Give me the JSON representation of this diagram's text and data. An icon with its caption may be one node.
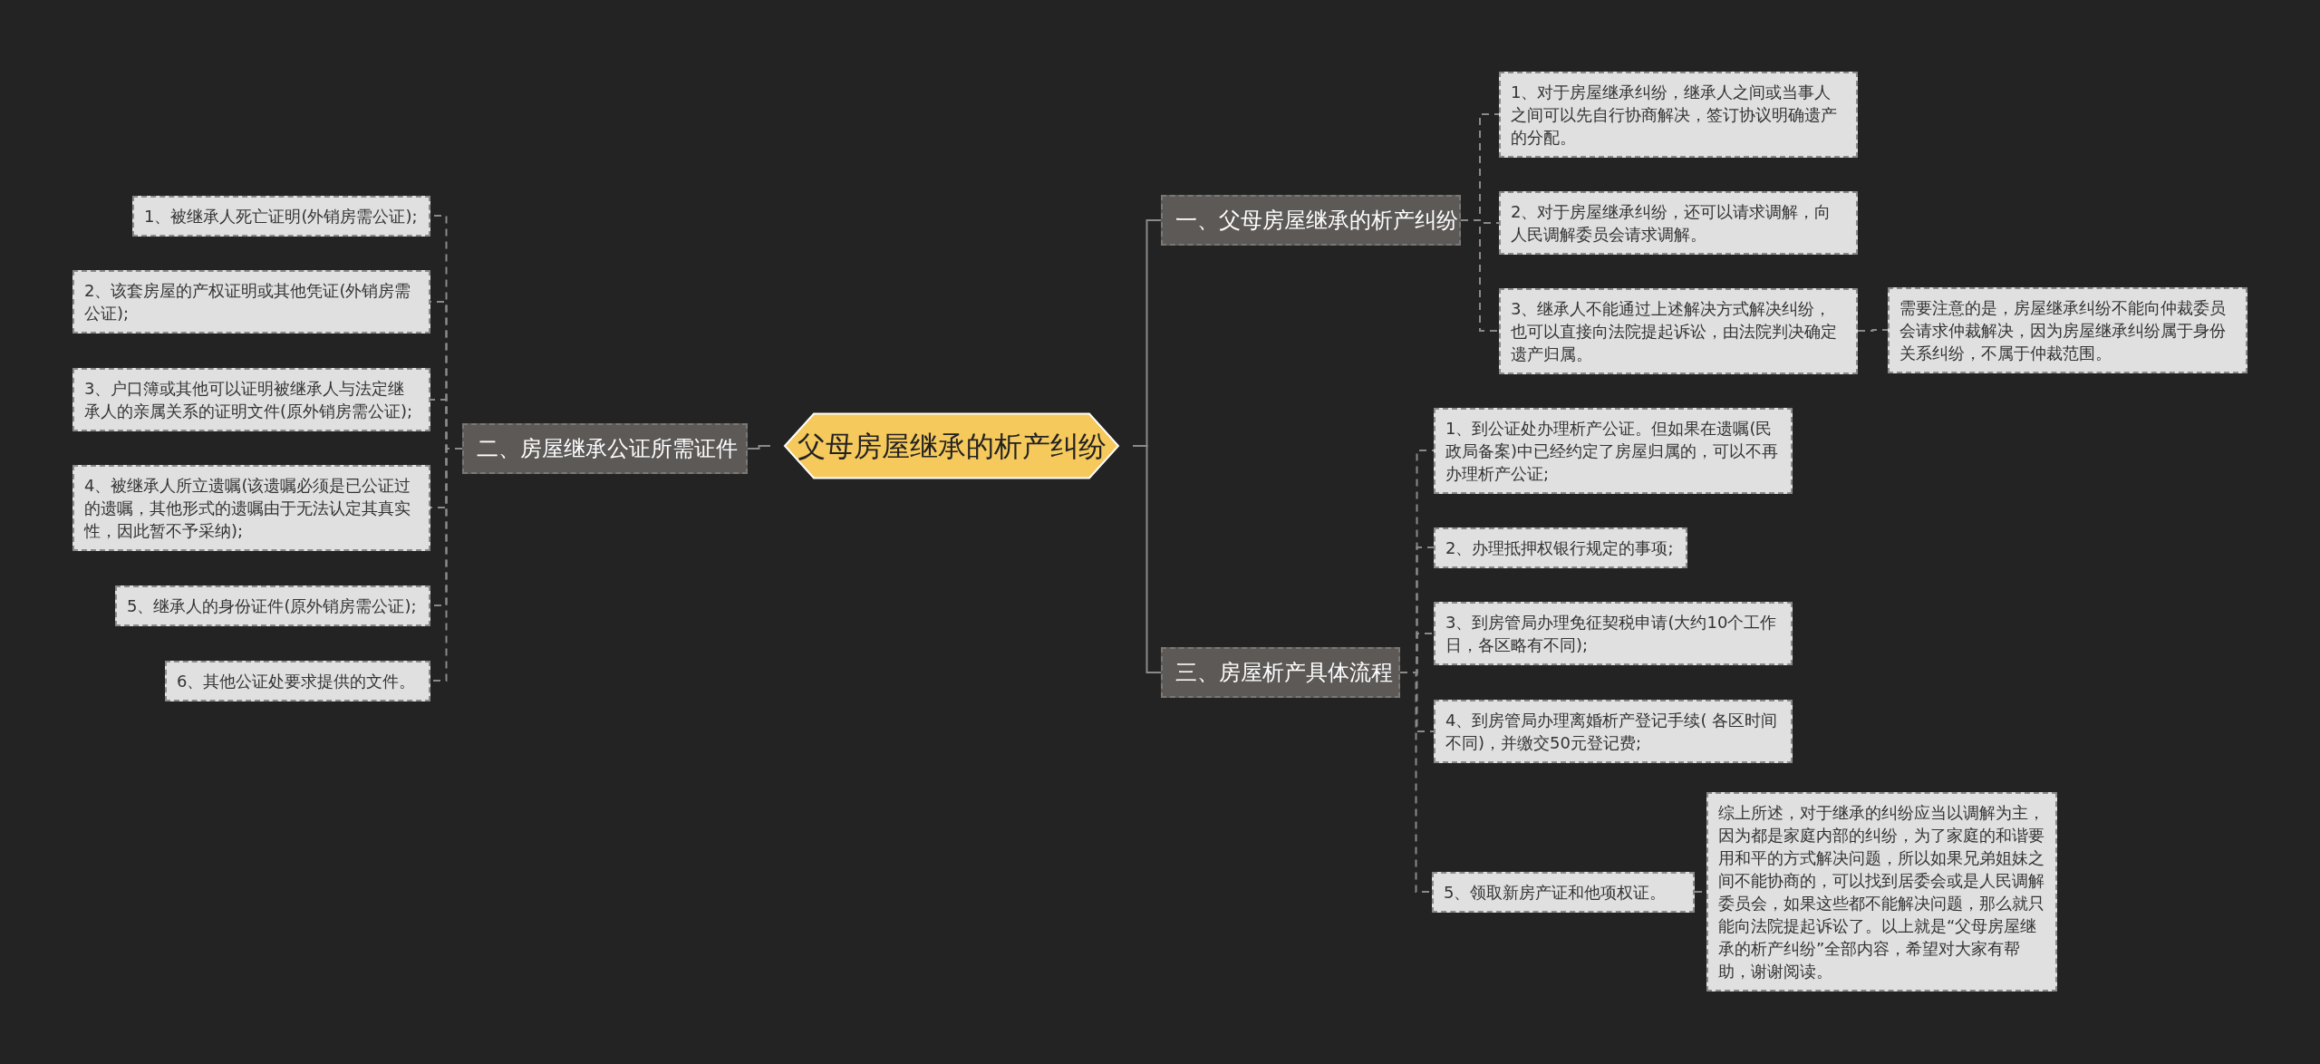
{
  "diagram": {
    "nodes": [
      {
        "text": [
          "父母房屋继承的析产纠纷"
        ]
      },
      {
        "text": [
          "一、父母房屋继承的析产纠纷"
        ]
      },
      {
        "text": [
          "1、对于房屋继承纠纷，继承人之间或当事人之间可以先自行协商解决，签订协议明确遗产的分配。"
        ]
      },
      {
        "text": [
          "2、对于房屋继承纠纷，还可以请求调解，向人民调解委员会请求调解。"
        ]
      },
      {
        "text": [
          "3、继承人不能通过上述解决方式解决纠纷，也可以直接向法院提起诉讼，由法院判决确定遗产归属。"
        ]
      },
      {
        "text": [
          "需要注意的是，房屋继承纠纷不能向仲裁委员会请求仲裁解决，因为房屋继承纠纷属于身份关系纠纷，不属于仲裁范围。"
        ]
      },
      {
        "text": [
          "二、房屋继承公证所需证件"
        ]
      },
      {
        "text": [
          "1、被继承人死亡证明(外销房需公证);"
        ]
      },
      {
        "text": [
          "2、该套房屋的产权证明或其他凭证(外销房需公证);"
        ]
      },
      {
        "text": [
          "3、户口簿或其他可以证明被继承人与法定继承人的亲属关系的证明文件(原外销房需公证);"
        ]
      },
      {
        "text": [
          "4、被继承人所立遗嘱(该遗嘱必须是已公证过的遗嘱，其他形式的遗嘱由于无法认定其真实性，因此暂不予采纳);"
        ]
      },
      {
        "text": [
          "5、继承人的身份证件(原外销房需公证);"
        ]
      },
      {
        "text": [
          "6、其他公证处要求提供的文件。"
        ]
      },
      {
        "text": [
          "三、房屋析产具体流程"
        ]
      },
      {
        "text": [
          "1、到公证处办理析产公证。但如果在遗嘱(民政局备案)中已经约定了房屋归属的，可以不再办理析产公证;"
        ]
      },
      {
        "text": [
          "2、办理抵押权银行规定的事项;"
        ]
      },
      {
        "text": [
          "3、到房管局办理免征契税申请(大约10个工作日，各区略有不同);"
        ]
      },
      {
        "text": [
          "4、到房管局办理离婚析产登记手续( 各区时间不同)，并缴交50元登记费;"
        ]
      },
      {
        "text": [
          "5、领取新房产证和他项权证。"
        ]
      },
      {
        "text": [
          "综上所述，对于继承的纠纷应当以调解为主，因为都是家庭内部的纠纷，为了家庭的和谐要用和平的方式解决问题，所以如果兄弟姐妹之间不能协商的，可以找到居委会或是人民调解委员会，如果这些都不能解决问题，那么就只能向法院提起诉讼了。以上就是“父母房屋继承的析产纠纷”全部内容，希望对大家有帮助，谢谢阅读。"
        ]
      }
    ],
    "edges": [
      {
        "from": 0,
        "to": 1,
        "arrow": "none"
      },
      {
        "from": 1,
        "to": 2,
        "arrow": "none",
        "style": "dashed"
      },
      {
        "from": 1,
        "to": 3,
        "arrow": "none",
        "style": "dashed"
      },
      {
        "from": 1,
        "to": 4,
        "arrow": "none",
        "style": "dashed"
      },
      {
        "from": 4,
        "to": 5,
        "arrow": "none",
        "style": "dashed"
      },
      {
        "from": 0,
        "to": 6,
        "arrow": "none"
      },
      {
        "from": 6,
        "to": 7,
        "arrow": "none",
        "style": "dashed"
      },
      {
        "from": 6,
        "to": 8,
        "arrow": "none",
        "style": "dashed"
      },
      {
        "from": 6,
        "to": 9,
        "arrow": "none",
        "style": "dashed"
      },
      {
        "from": 6,
        "to": 10,
        "arrow": "none",
        "style": "dashed"
      },
      {
        "from": 6,
        "to": 11,
        "arrow": "none",
        "style": "dashed"
      },
      {
        "from": 6,
        "to": 12,
        "arrow": "none",
        "style": "dashed"
      },
      {
        "from": 0,
        "to": 13,
        "arrow": "none"
      },
      {
        "from": 13,
        "to": 14,
        "arrow": "none",
        "style": "dashed"
      },
      {
        "from": 13,
        "to": 15,
        "arrow": "none",
        "style": "dashed"
      },
      {
        "from": 13,
        "to": 16,
        "arrow": "none",
        "style": "dashed"
      },
      {
        "from": 13,
        "to": 17,
        "arrow": "none",
        "style": "dashed"
      },
      {
        "from": 13,
        "to": 18,
        "arrow": "none",
        "style": "dashed"
      },
      {
        "from": 18,
        "to": 19,
        "arrow": "none",
        "style": "dashed"
      }
    ]
  }
}
